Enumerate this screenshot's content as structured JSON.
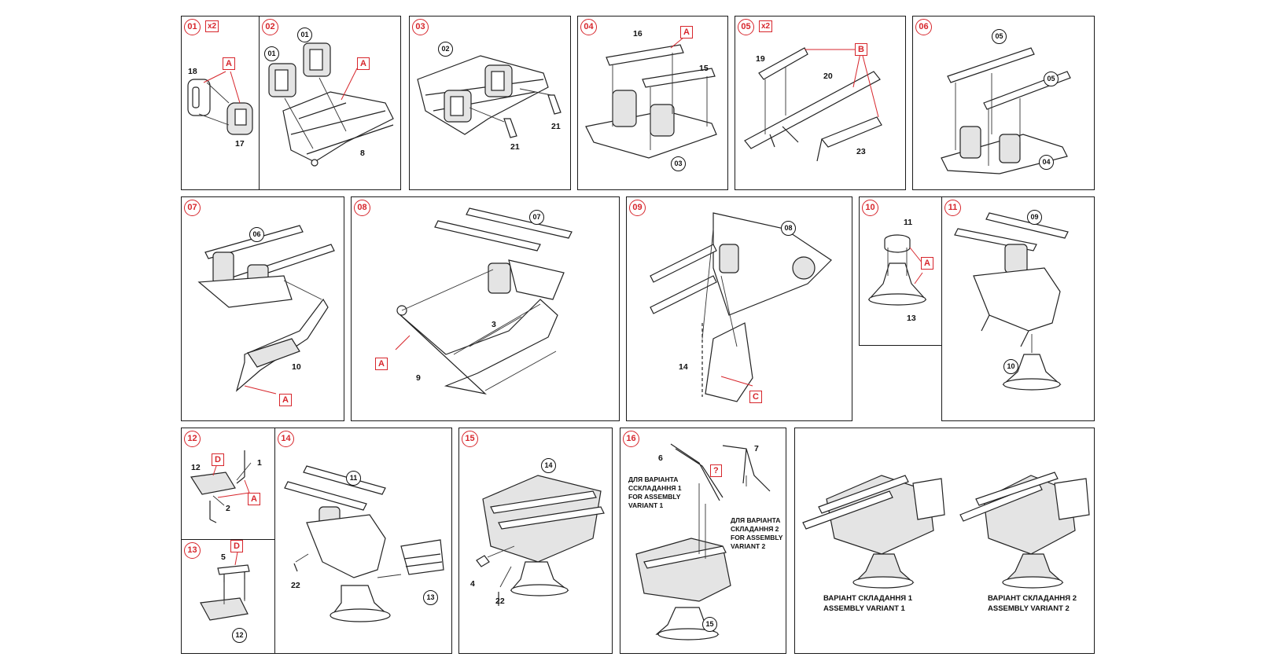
{
  "colors": {
    "accent": "#d7262c",
    "line": "#1a1a1a"
  },
  "panels": {
    "p01": {
      "step": "01",
      "mult": "x2",
      "tag": "A",
      "parts": [
        "18",
        "17"
      ]
    },
    "p02": {
      "step": "02",
      "refs": [
        "01",
        "01"
      ],
      "tag": "A",
      "parts": [
        "8"
      ]
    },
    "p03": {
      "step": "03",
      "refs": [
        "02"
      ],
      "parts": [
        "21",
        "21"
      ]
    },
    "p04": {
      "step": "04",
      "tag": "A",
      "refs": [
        "03"
      ],
      "parts": [
        "16",
        "15"
      ]
    },
    "p05": {
      "step": "05",
      "mult": "x2",
      "tag": "B",
      "parts": [
        "19",
        "20",
        "23"
      ]
    },
    "p06": {
      "step": "06",
      "refs": [
        "05",
        "05",
        "04"
      ]
    },
    "p07": {
      "step": "07",
      "refs": [
        "06"
      ],
      "tag": "A",
      "parts": [
        "10"
      ]
    },
    "p08": {
      "step": "08",
      "refs": [
        "07"
      ],
      "tag": "A",
      "parts": [
        "3",
        "9"
      ]
    },
    "p09": {
      "step": "09",
      "refs": [
        "08"
      ],
      "tag": "C",
      "parts": [
        "14"
      ]
    },
    "p10": {
      "step": "10",
      "tag": "A",
      "parts": [
        "11",
        "13"
      ]
    },
    "p11": {
      "step": "11",
      "refs": [
        "09",
        "10"
      ]
    },
    "p12": {
      "step": "12",
      "tag_d": "D",
      "tag_a": "A",
      "parts": [
        "12",
        "1",
        "2"
      ]
    },
    "p13": {
      "step": "13",
      "tag": "D",
      "parts": [
        "5"
      ],
      "refs": [
        "12"
      ]
    },
    "p14": {
      "step": "14",
      "refs": [
        "11",
        "13"
      ],
      "parts": [
        "22"
      ]
    },
    "p15": {
      "step": "15",
      "refs": [
        "14"
      ],
      "parts": [
        "4",
        "22"
      ]
    },
    "p16": {
      "step": "16",
      "tag": "?",
      "parts": [
        "6",
        "7"
      ],
      "refs": [
        "15"
      ],
      "variant1_note": [
        "ДЛЯ ВАРІАНТА",
        "ССКЛАДАННЯ 1",
        "FOR ASSEMBLY",
        "VARIANT 1"
      ],
      "variant2_note": [
        "ДЛЯ ВАРІАНТА",
        "СКЛАДАННЯ 2",
        "FOR ASSEMBLY",
        "VARIANT 2"
      ]
    },
    "final": {
      "variant1": [
        "ВАРІАНТ СКЛАДАННЯ 1",
        "ASSEMBLY VARIANT 1"
      ],
      "variant2": [
        "ВАРІАНТ СКЛАДАННЯ 2",
        "ASSEMBLY VARIANT 2"
      ]
    }
  }
}
